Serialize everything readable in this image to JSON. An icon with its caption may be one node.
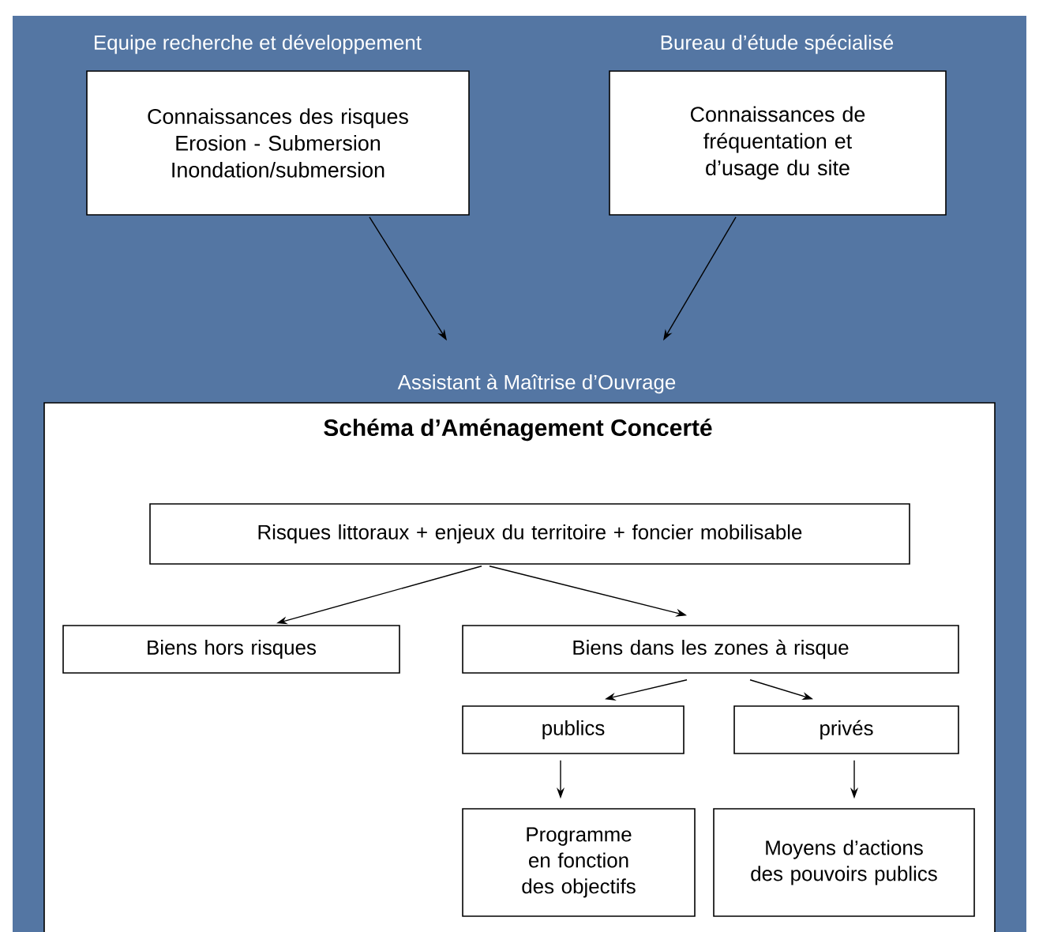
{
  "diagram": {
    "nodes": [
      {
        "text": [
          "Equipe recherche et développement",
          "Connaissances des risques Erosion - Submersion Inondation/submersion"
        ]
      },
      {
        "text": [
          "Bureau d’étude spécialisé",
          "Connaissances de fréquentation et d’usage du site"
        ]
      },
      {
        "text": [
          "Assistant à Maîtrise d’Ouvrage",
          "Schéma d’Aménagement Concerté"
        ]
      },
      {
        "text": [
          "Risques littoraux + enjeux du territoire + foncier mobilisable"
        ],
        "in": 2
      },
      {
        "text": [
          "Biens hors risques"
        ],
        "in": 2
      },
      {
        "text": [
          "Biens  dans les zones à risque"
        ],
        "in": 2
      },
      {
        "text": [
          "publics"
        ],
        "in": 2
      },
      {
        "text": [
          "privés"
        ],
        "in": 2
      },
      {
        "text": [
          "Programme en fonction des objectifs"
        ],
        "in": 2
      },
      {
        "text": [
          "Moyens d’actions des pouvoirs publics"
        ],
        "in": 2
      }
    ],
    "edges": [
      {
        "from": 0,
        "to": 2,
        "arrow": "to"
      },
      {
        "from": 1,
        "to": 2,
        "arrow": "to"
      },
      {
        "from": 3,
        "to": 4,
        "arrow": "to"
      },
      {
        "from": 3,
        "to": 5,
        "arrow": "to"
      },
      {
        "from": 5,
        "to": 6,
        "arrow": "to"
      },
      {
        "from": 5,
        "to": 7,
        "arrow": "to"
      },
      {
        "from": 6,
        "to": 8,
        "arrow": "to"
      },
      {
        "from": 7,
        "to": 9,
        "arrow": "to"
      }
    ]
  }
}
